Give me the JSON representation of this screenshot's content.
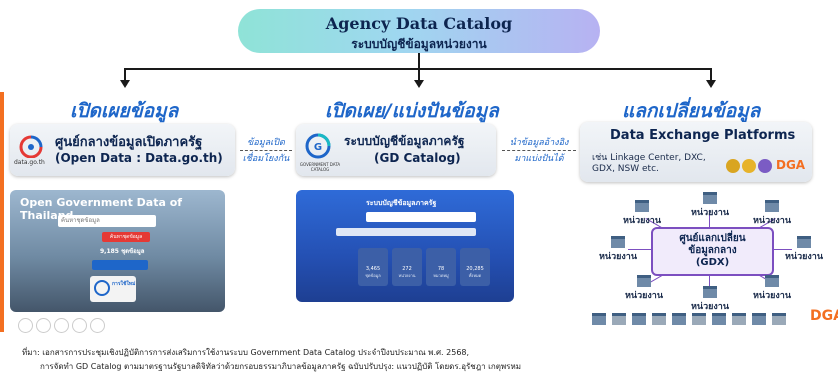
{
  "title": {
    "en": "Agency Data Catalog",
    "th": "ระบบบัญชีข้อมูลหน่วยงาน"
  },
  "columns": [
    {
      "heading": "เปิดเผยข้อมูล"
    },
    {
      "heading": "เปิดเผย/แบ่งปันข้อมูล"
    },
    {
      "heading": "แลกเปลี่ยนข้อมูล"
    }
  ],
  "open_data_box": {
    "logo_text": "data.go.th",
    "line1": "ศูนย์กลางข้อมูลเปิดภาครัฐ",
    "line2": "(Open Data : Data.go.th)"
  },
  "gd_box": {
    "logo_text": "GOVERNMENT DATA CATALOG",
    "line1": "ระบบบัญชีข้อมูลภาครัฐ",
    "line2": "(GD Catalog)"
  },
  "gdx_box": {
    "title": "Data Exchange Platforms",
    "desc1": "เช่น Linkage Center, DXC,",
    "desc2": "GDX, NSW etc.",
    "logo_text": "DGA"
  },
  "link_left": {
    "line1": "ข้อมูลเปิด",
    "line2": "เชื่อมโยงกัน"
  },
  "link_right": {
    "line1": "นำข้อมูลอ้างอิง",
    "line2": "มาแบ่งปันได้"
  },
  "open_data_screen": {
    "title": "Open Government Data of Thailand",
    "search_placeholder": "ค้นหาชุดข้อมูล",
    "search_button": "ค้นหาชุดข้อมูล",
    "count_label": "9,185 ชุดข้อมูล",
    "badge": "การใช้ใหม่"
  },
  "gd_screen": {
    "title": "ระบบบัญชีข้อมูลภาครัฐ",
    "stats": [
      {
        "value": "3,465",
        "label": "ชุดข้อมูล"
      },
      {
        "value": "272",
        "label": "หน่วยงาน"
      },
      {
        "value": "78",
        "label": "หมวดหมู่"
      },
      {
        "value": "20,285",
        "label": "ทั้งหมด"
      }
    ]
  },
  "hub": {
    "line1": "ศูนย์แลกเปลี่ยน",
    "line2": "ข้อมูลกลาง",
    "line3": "(GDX)"
  },
  "agency_label": "หน่วยงาน",
  "footer": {
    "line1": "ที่มา: เอกสารการประชุมเชิงปฏิบัติการการส่งเสริมการใช้งานระบบ Government Data Catalog ประจำปีงบประมาณ พ.ศ. 2568,",
    "line2": "การจัดทำ GD Catalog ตามมาตรฐานรัฐบาลดิจิทัลว่าด้วยกรอบธรรมาภิบาลข้อมูลภาครัฐ ฉบับปรับปรุง: แนวปฏิบัติ โดยดร.อุรัชฎา เกตุพรหม"
  },
  "corner_logo": "DGA",
  "colors": {
    "heading_blue": "#1e66c9",
    "hub_purple": "#7c4fc0",
    "navy": "#0d2550",
    "dga_orange": "#f36f21"
  }
}
